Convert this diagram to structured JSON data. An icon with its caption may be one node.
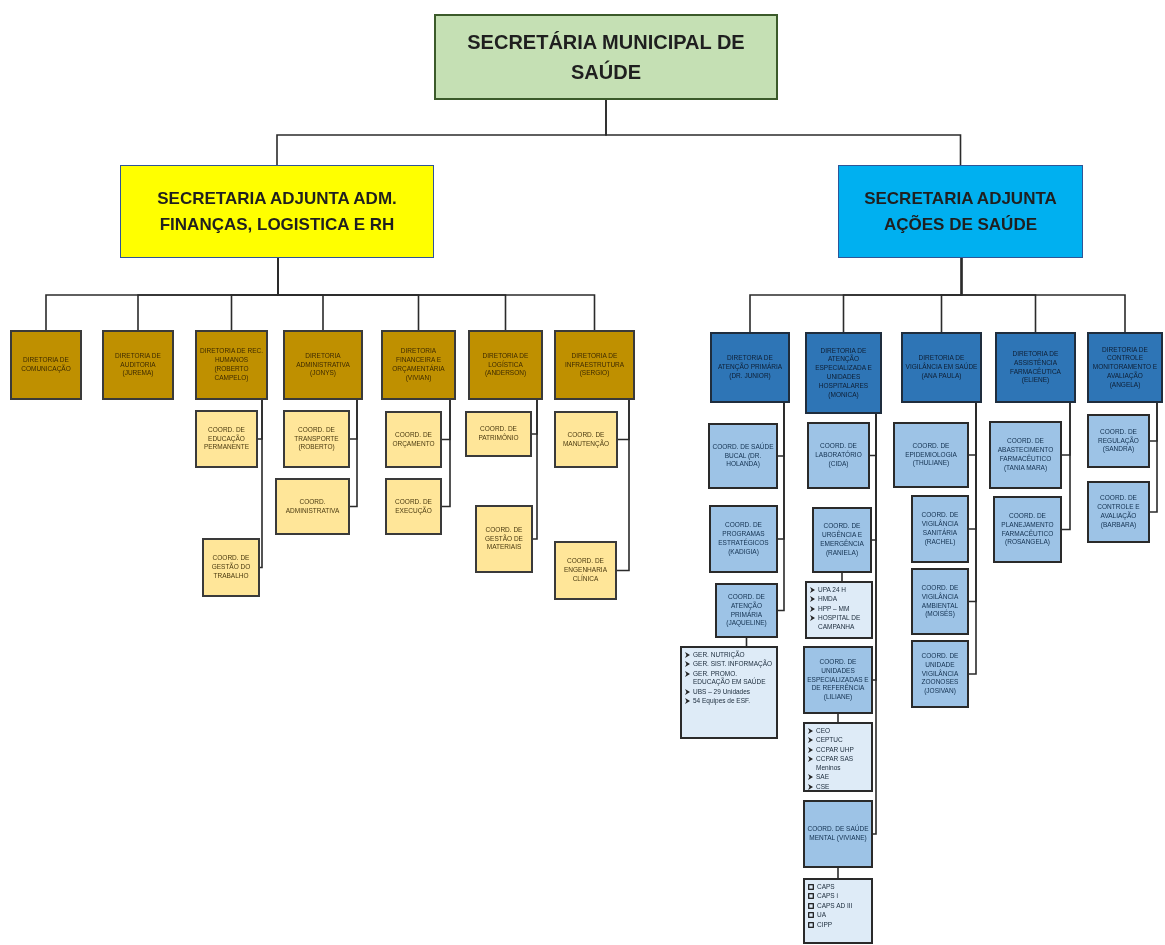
{
  "diagram": {
    "nodes": [
      {
        "text": [
          "SECRETÁRIA MUNICIPAL DE SAÚDE"
        ]
      },
      {
        "text": [
          "SECRETARIA ADJUNTA ADM. FINANÇAS, LOGISTICA E RH"
        ]
      },
      {
        "text": [
          "SECRETARIA ADJUNTA AÇÕES DE SAÚDE"
        ]
      },
      {
        "text": [
          "DIRETORIA DE COMUNICAÇÃO"
        ]
      },
      {
        "text": [
          "DIRETORIA DE AUDITORIA (JUREMA)"
        ]
      },
      {
        "text": [
          "DIRETORIA DE REC. HUMANOS (ROBERTO CAMPELO)"
        ]
      },
      {
        "text": [
          "DIRETORIA ADMINISTRATIVA (JONYS)"
        ]
      },
      {
        "text": [
          "DIRETORIA FINANCEIRA E ORÇAMENTÁRIA (VIVIAN)"
        ]
      },
      {
        "text": [
          "DIRETORIA DE LOGÍSTICA (ANDERSON)"
        ]
      },
      {
        "text": [
          "DIRETORIA DE INFRAESTRUTURA (SERGIO)"
        ]
      },
      {
        "text": [
          "COORD. DE EDUCAÇÃO PERMANENTE"
        ]
      },
      {
        "text": [
          "COORD. DE GESTÃO DO TRABALHO"
        ]
      },
      {
        "text": [
          "COORD. DE TRANSPORTE (ROBERTO)"
        ]
      },
      {
        "text": [
          "COORD. ADMINISTRATIVA"
        ]
      },
      {
        "text": [
          "COORD. DE ORÇAMENTO"
        ]
      },
      {
        "text": [
          "COORD. DE EXECUÇÃO"
        ]
      },
      {
        "text": [
          "COORD. DE PATRIMÔNIO"
        ]
      },
      {
        "text": [
          "COORD. DE GESTÃO DE MATERIAIS"
        ]
      },
      {
        "text": [
          "COORD. DE MANUTENÇÃO"
        ]
      },
      {
        "text": [
          "COORD. DE ENGENHARIA CLÍNICA"
        ]
      },
      {
        "text": [
          "DIRETORIA DE ATENÇÃO PRIMÁRIA (DR. JUNIOR)"
        ]
      },
      {
        "text": [
          "DIRETORIA DE ATENÇÃO ESPECIALIZADA E UNIDADES HOSPITALARES (MONICA)"
        ]
      },
      {
        "text": [
          "DIRETORIA DE VIGILÂNCIA EM SAÚDE (ANA PAULA)"
        ]
      },
      {
        "text": [
          "DIRETORIA DE ASSISTÊNCIA FARMACÊUTICA (ELIENE)"
        ]
      },
      {
        "text": [
          "DIRETORIA DE CONTROLE MONITORAMENTO E AVALIAÇÃO (ANGELA)"
        ]
      },
      {
        "text": [
          "COORD. DE SAÚDE BUCAL (DR. HOLANDA)"
        ]
      },
      {
        "text": [
          "COORD. DE PROGRAMAS ESTRATÉGICOS (KADIGIA)"
        ]
      },
      {
        "text": [
          "COORD. DE ATENÇÃO PRIMÁRIA (JAQUELINE)"
        ]
      },
      {
        "text": [
          "GER. NUTRIÇÃO",
          "GER. SIST. INFORMAÇÃO",
          "GER. PROMO. EDUCAÇÃO EM SAÚDE",
          "UBS – 29 Unidades",
          "54 Equipes de ESF."
        ]
      },
      {
        "text": [
          "COORD. DE LABORATÓRIO (CIDA)"
        ]
      },
      {
        "text": [
          "COORD. DE URGÊNCIA E EMERGÊNCIA (RANIELA)"
        ]
      },
      {
        "text": [
          "UPA 24 H",
          "HMDA",
          "HPP – MM",
          "HOSPITAL DE CAMPANHA"
        ]
      },
      {
        "text": [
          "COORD. DE UNIDADES ESPECIALIZADAS E DE REFERÊNCIA (LILIANE)"
        ]
      },
      {
        "text": [
          "CEO",
          "CEPTUC",
          "CCPAR UHP",
          "CCPAR SAS Meninos",
          "SAE",
          "CSE"
        ]
      },
      {
        "text": [
          "COORD. DE SAÚDE MENTAL (VIVIANE)"
        ]
      },
      {
        "text": [
          "CAPS",
          "CAPS i",
          "CAPS AD III",
          "UA",
          "CIPP"
        ]
      },
      {
        "text": [
          "COORD. DE EPIDEMIOLOGIA (THULIANE)"
        ]
      },
      {
        "text": [
          "COORD. DE VIGILÂNCIA SANITÁRIA (RACHEL)"
        ]
      },
      {
        "text": [
          "COORD. DE VIGILÂNCIA AMBIENTAL (MOISÉS)"
        ]
      },
      {
        "text": [
          "COORD. DE UNIDADE VIGILÂNCIA ZOONOSES (JOSIVAN)"
        ]
      },
      {
        "text": [
          "COORD. DE ABASTECIMENTO FARMACÊUTICO (TANIA MARA)"
        ]
      },
      {
        "text": [
          "COORD. DE PLANEJAMENTO FARMACÊUTICO (ROSANGELA)"
        ]
      },
      {
        "text": [
          "COORD. DE REGULAÇÃO (SANDRA)"
        ]
      },
      {
        "text": [
          "COORD. DE CONTROLE E AVALIAÇÃO (BARBARA)"
        ]
      }
    ],
    "edges": [
      {
        "from": 0,
        "to": 1,
        "arrow": "none"
      },
      {
        "from": 0,
        "to": 2,
        "arrow": "none"
      },
      {
        "from": 1,
        "to": 3,
        "arrow": "none"
      },
      {
        "from": 1,
        "to": 4,
        "arrow": "none"
      },
      {
        "from": 1,
        "to": 5,
        "arrow": "none"
      },
      {
        "from": 1,
        "to": 6,
        "arrow": "none"
      },
      {
        "from": 1,
        "to": 7,
        "arrow": "none"
      },
      {
        "from": 1,
        "to": 8,
        "arrow": "none"
      },
      {
        "from": 1,
        "to": 9,
        "arrow": "none"
      },
      {
        "from": 5,
        "to": 10,
        "arrow": "none"
      },
      {
        "from": 5,
        "to": 11,
        "arrow": "none"
      },
      {
        "from": 6,
        "to": 12,
        "arrow": "none"
      },
      {
        "from": 6,
        "to": 13,
        "arrow": "none"
      },
      {
        "from": 7,
        "to": 14,
        "arrow": "none"
      },
      {
        "from": 7,
        "to": 15,
        "arrow": "none"
      },
      {
        "from": 8,
        "to": 16,
        "arrow": "none"
      },
      {
        "from": 8,
        "to": 17,
        "arrow": "none"
      },
      {
        "from": 9,
        "to": 18,
        "arrow": "none"
      },
      {
        "from": 9,
        "to": 19,
        "arrow": "none"
      },
      {
        "from": 2,
        "to": 20,
        "arrow": "none"
      },
      {
        "from": 2,
        "to": 21,
        "arrow": "none"
      },
      {
        "from": 2,
        "to": 22,
        "arrow": "none"
      },
      {
        "from": 2,
        "to": 23,
        "arrow": "none"
      },
      {
        "from": 2,
        "to": 24,
        "arrow": "none"
      },
      {
        "from": 20,
        "to": 25,
        "arrow": "none"
      },
      {
        "from": 20,
        "to": 26,
        "arrow": "none"
      },
      {
        "from": 20,
        "to": 27,
        "arrow": "none"
      },
      {
        "from": 27,
        "to": 28,
        "arrow": "none"
      },
      {
        "from": 21,
        "to": 29,
        "arrow": "none"
      },
      {
        "from": 21,
        "to": 30,
        "arrow": "none"
      },
      {
        "from": 30,
        "to": 31,
        "arrow": "none"
      },
      {
        "from": 21,
        "to": 32,
        "arrow": "none"
      },
      {
        "from": 32,
        "to": 33,
        "arrow": "none"
      },
      {
        "from": 21,
        "to": 34,
        "arrow": "none"
      },
      {
        "from": 34,
        "to": 35,
        "arrow": "none"
      },
      {
        "from": 22,
        "to": 36,
        "arrow": "none"
      },
      {
        "from": 22,
        "to": 37,
        "arrow": "none"
      },
      {
        "from": 22,
        "to": 38,
        "arrow": "none"
      },
      {
        "from": 22,
        "to": 39,
        "arrow": "none"
      },
      {
        "from": 23,
        "to": 40,
        "arrow": "none"
      },
      {
        "from": 23,
        "to": 41,
        "arrow": "none"
      },
      {
        "from": 24,
        "to": 42,
        "arrow": "none"
      },
      {
        "from": 24,
        "to": 43,
        "arrow": "none"
      }
    ]
  }
}
